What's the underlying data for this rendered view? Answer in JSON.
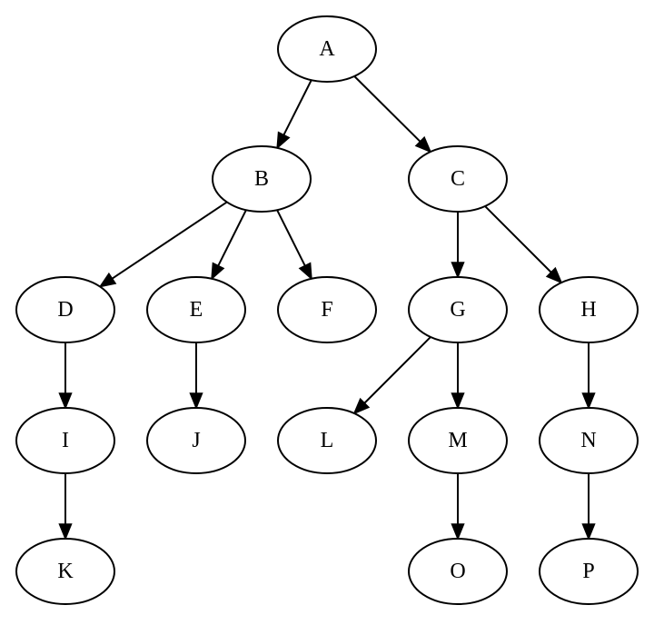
{
  "diagram": {
    "type": "tree",
    "nodes": [
      {
        "id": "A",
        "label": "A"
      },
      {
        "id": "B",
        "label": "B"
      },
      {
        "id": "C",
        "label": "C"
      },
      {
        "id": "D",
        "label": "D"
      },
      {
        "id": "E",
        "label": "E"
      },
      {
        "id": "F",
        "label": "F"
      },
      {
        "id": "G",
        "label": "G"
      },
      {
        "id": "H",
        "label": "H"
      },
      {
        "id": "I",
        "label": "I"
      },
      {
        "id": "J",
        "label": "J"
      },
      {
        "id": "L",
        "label": "L"
      },
      {
        "id": "M",
        "label": "M"
      },
      {
        "id": "N",
        "label": "N"
      },
      {
        "id": "K",
        "label": "K"
      },
      {
        "id": "O",
        "label": "O"
      },
      {
        "id": "P",
        "label": "P"
      }
    ],
    "edges": [
      {
        "from": "A",
        "to": "B"
      },
      {
        "from": "A",
        "to": "C"
      },
      {
        "from": "B",
        "to": "D"
      },
      {
        "from": "B",
        "to": "E"
      },
      {
        "from": "B",
        "to": "F"
      },
      {
        "from": "C",
        "to": "G"
      },
      {
        "from": "C",
        "to": "H"
      },
      {
        "from": "D",
        "to": "I"
      },
      {
        "from": "E",
        "to": "J"
      },
      {
        "from": "G",
        "to": "L"
      },
      {
        "from": "G",
        "to": "M"
      },
      {
        "from": "H",
        "to": "N"
      },
      {
        "from": "I",
        "to": "K"
      },
      {
        "from": "M",
        "to": "O"
      },
      {
        "from": "N",
        "to": "P"
      }
    ]
  }
}
